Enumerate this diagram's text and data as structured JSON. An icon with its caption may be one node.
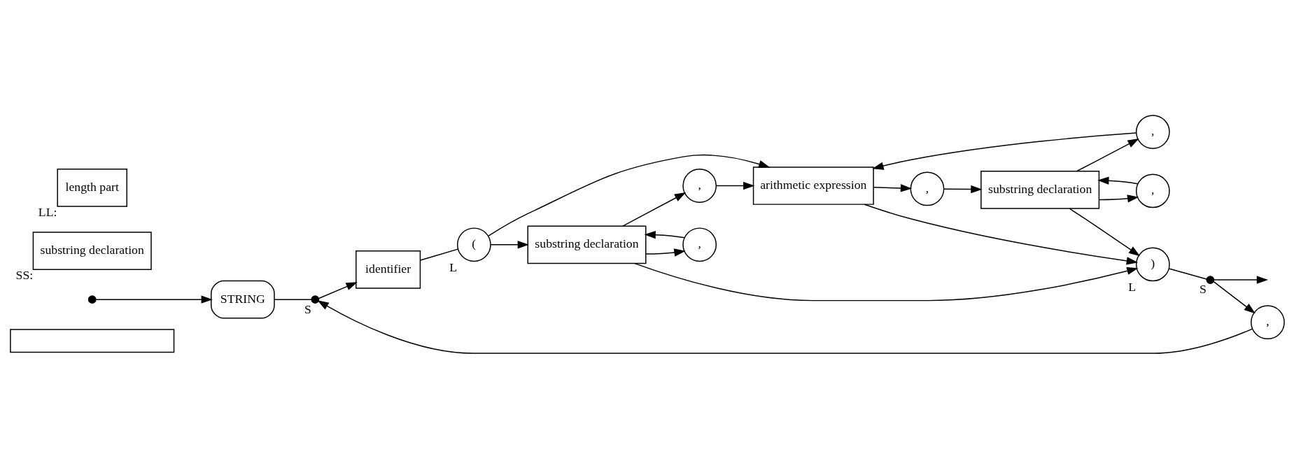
{
  "diagram": {
    "nodes": [
      {
        "text": [],
        "shape": "box"
      },
      {
        "text": [],
        "shape": "circle"
      },
      {
        "text": [
          "STRING"
        ]
      },
      {
        "text": [],
        "shape": "circle",
        "beside": [
          "S"
        ]
      },
      {
        "text": [
          "identifier"
        ]
      },
      {
        "text": [
          "("
        ],
        "beside": [
          "L"
        ]
      },
      {
        "text": [
          ","
        ]
      },
      {
        "text": [
          "substring declaration"
        ]
      },
      {
        "text": [
          ","
        ]
      },
      {
        "text": [
          "arithmetic expression"
        ]
      },
      {
        "text": [
          ","
        ]
      },
      {
        "text": [
          "substring declaration"
        ]
      },
      {
        "text": [
          ","
        ]
      },
      {
        "text": [
          ","
        ]
      },
      {
        "text": [
          ")"
        ],
        "beside": [
          "L"
        ]
      },
      {
        "text": [],
        "shape": "circle",
        "beside": [
          "S"
        ]
      },
      {
        "text": [
          ","
        ]
      },
      {
        "text": [
          "substring declaration"
        ],
        "beside": [
          "SS:"
        ]
      },
      {
        "text": [
          "length part"
        ],
        "beside": [
          "LL:"
        ]
      }
    ],
    "edges": [
      {
        "from": 1,
        "to": 2,
        "arrow": "to"
      },
      {
        "from": 2,
        "to": 3,
        "arrow": "none"
      },
      {
        "from": 3,
        "to": 4,
        "arrow": "to"
      },
      {
        "from": 4,
        "to": 5,
        "arrow": "none"
      },
      {
        "from": 5,
        "to": 7,
        "arrow": "to"
      },
      {
        "from": 5,
        "to": 9,
        "arrow": "to"
      },
      {
        "from": 7,
        "to": 6,
        "arrow": "to"
      },
      {
        "from": 6,
        "to": 7,
        "arrow": "to"
      },
      {
        "from": 7,
        "to": 8,
        "arrow": "to"
      },
      {
        "from": 8,
        "to": 9,
        "arrow": "to"
      },
      {
        "from": 7,
        "to": 14,
        "arrow": "to"
      },
      {
        "from": 9,
        "to": 14,
        "arrow": "to"
      },
      {
        "from": 9,
        "to": 10,
        "arrow": "to"
      },
      {
        "from": 10,
        "to": 11,
        "arrow": "to"
      },
      {
        "from": 11,
        "to": 14,
        "arrow": "to"
      },
      {
        "from": 11,
        "to": 12,
        "arrow": "to"
      },
      {
        "from": 12,
        "to": 11,
        "arrow": "to"
      },
      {
        "from": 11,
        "to": 13,
        "arrow": "to"
      },
      {
        "from": 13,
        "to": 9,
        "arrow": "to"
      },
      {
        "from": 14,
        "to": 15,
        "arrow": "none"
      },
      {
        "from": 15,
        "to": null,
        "arrow": "to"
      },
      {
        "from": 15,
        "to": 16,
        "arrow": "to"
      },
      {
        "from": 16,
        "to": 3,
        "arrow": "to"
      }
    ]
  }
}
